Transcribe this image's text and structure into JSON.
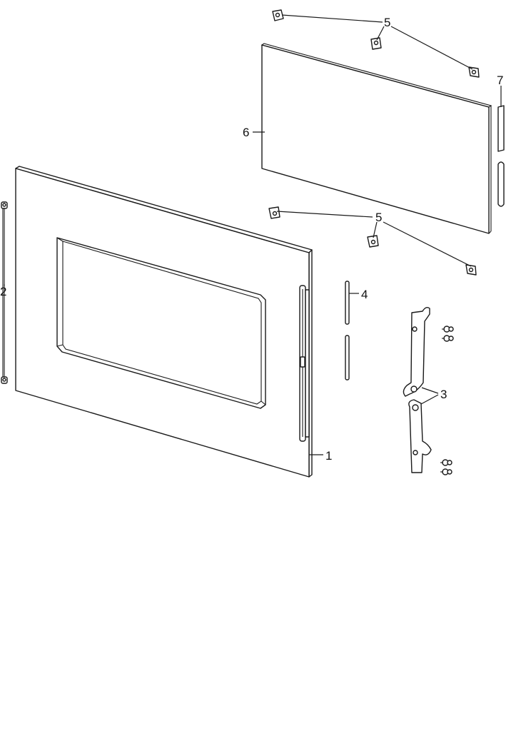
{
  "callouts": {
    "door_panel": "1",
    "door_bar": "2",
    "hinges": "3",
    "rods": "4",
    "clips_top": "5",
    "clips_bottom": "5",
    "glass": "6",
    "seals": "7"
  }
}
